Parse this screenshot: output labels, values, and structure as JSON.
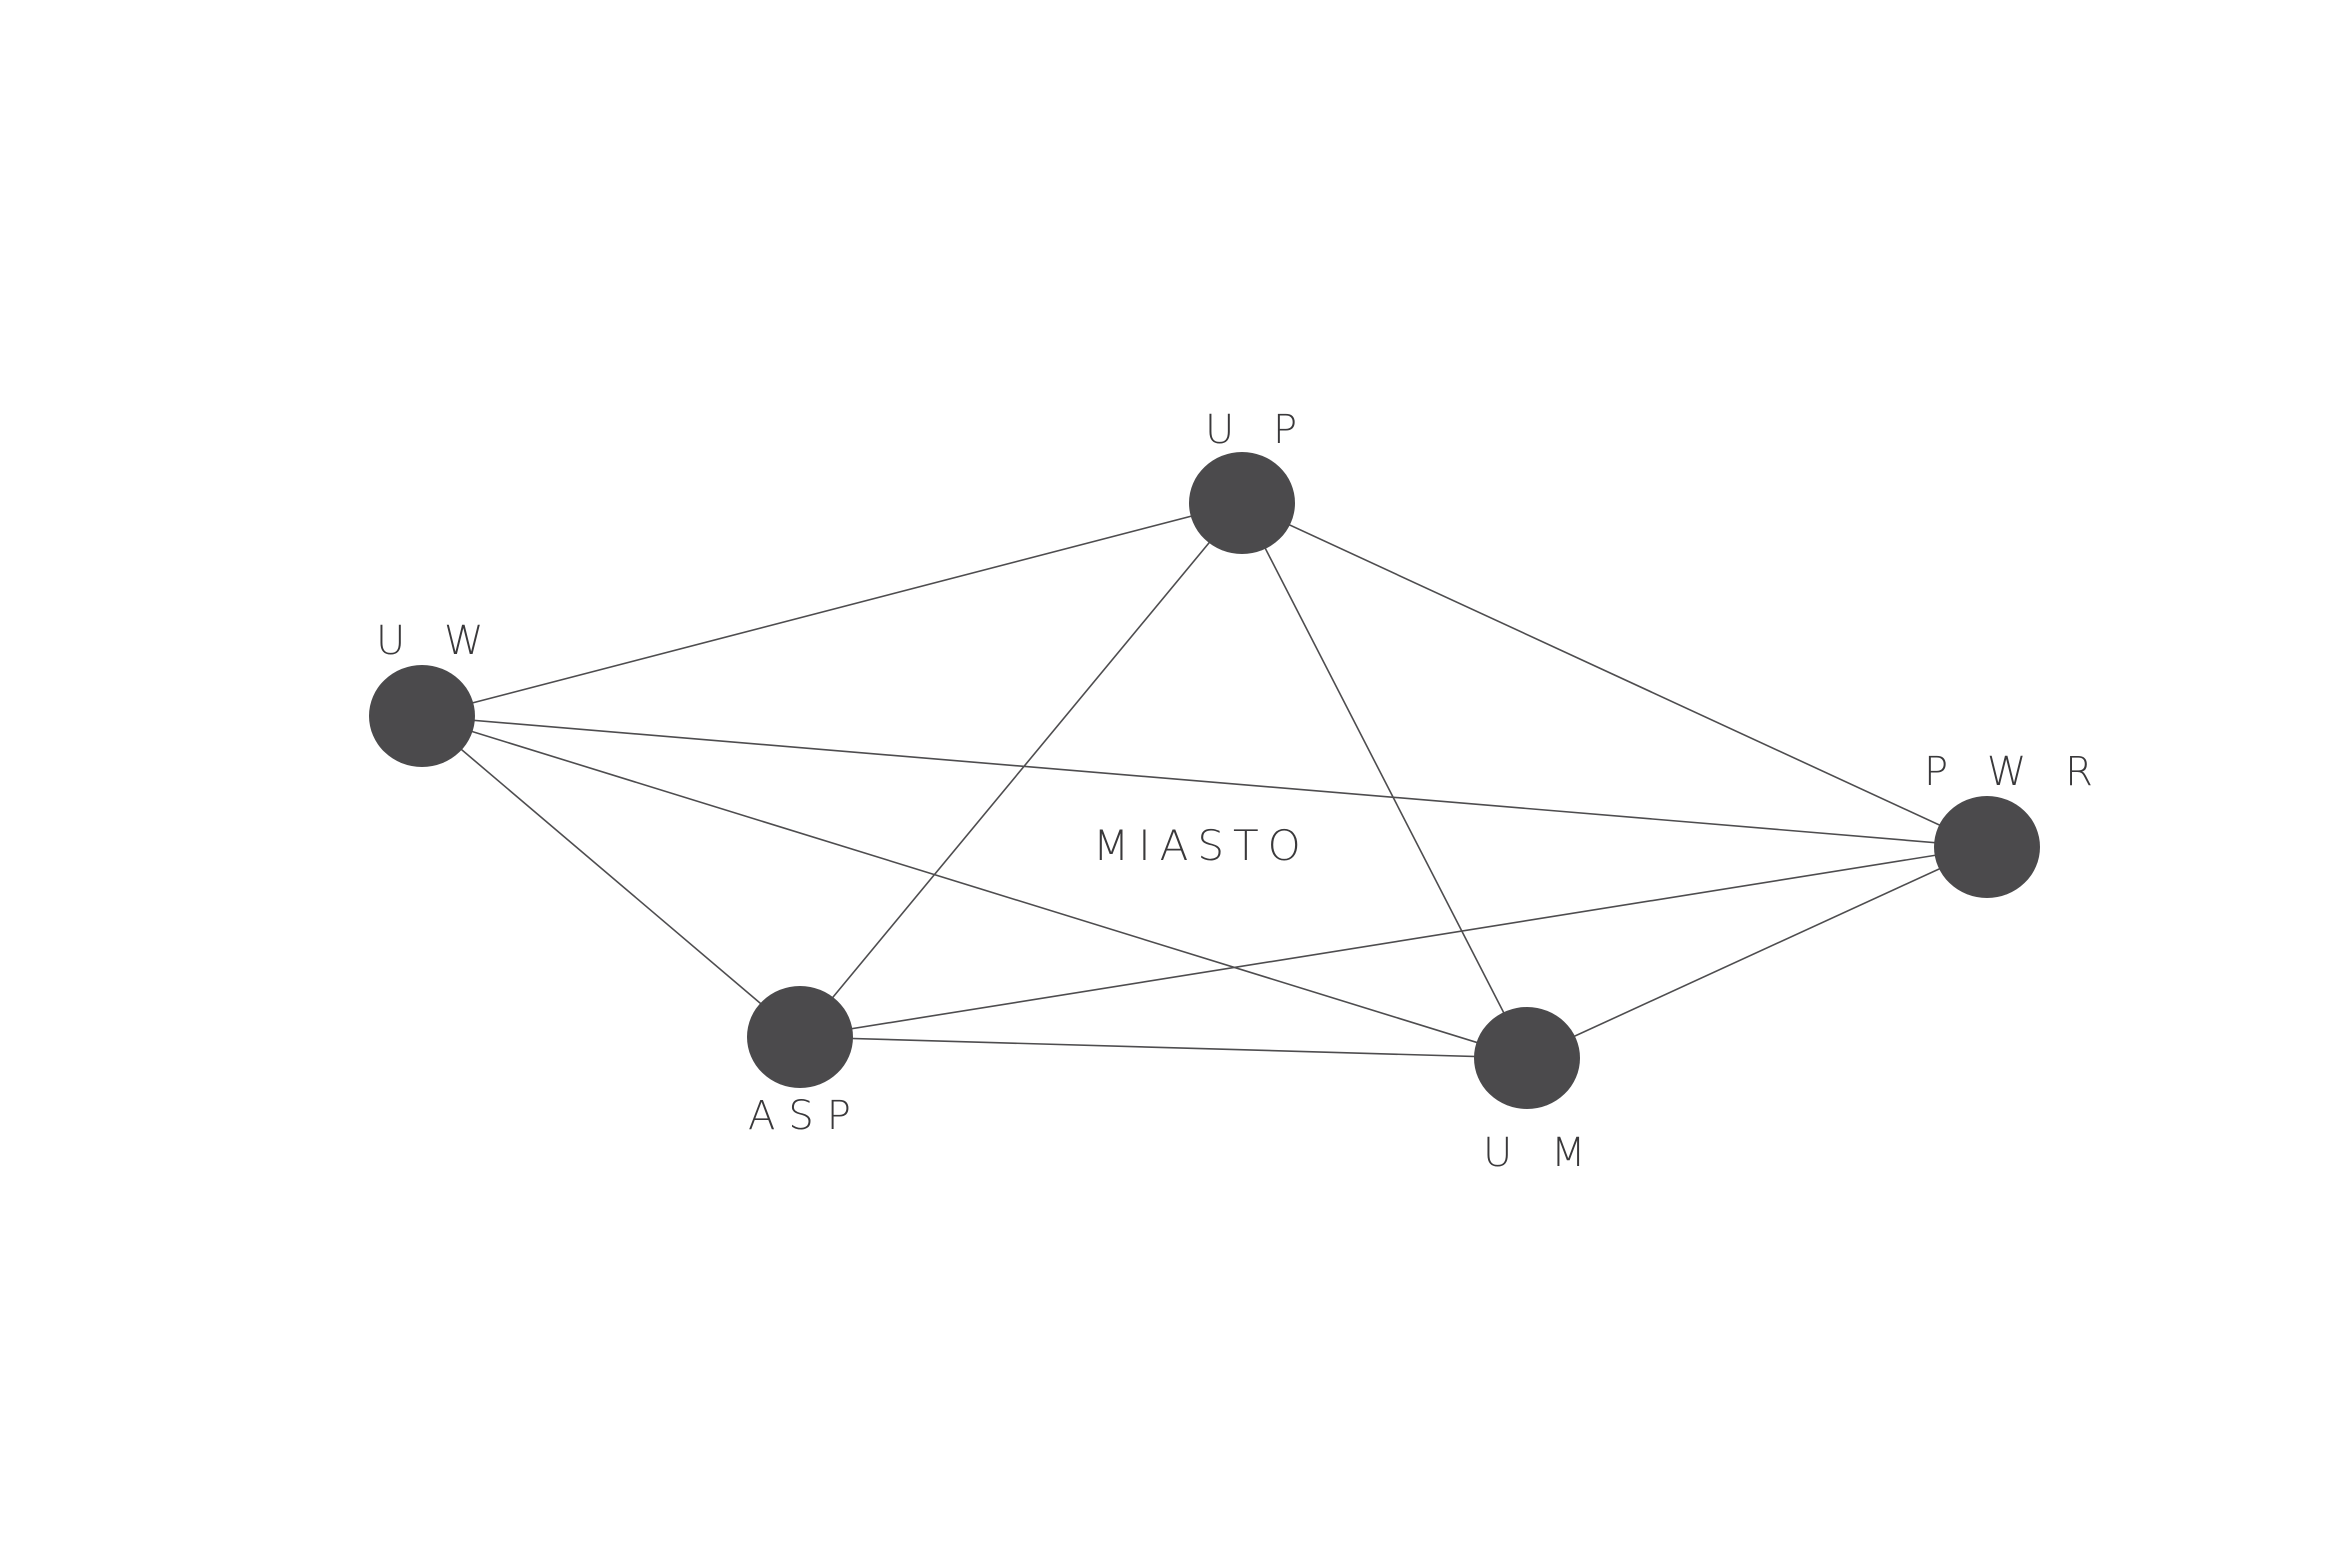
{
  "diagram": {
    "center_label": "MIASTO",
    "node_color": "#4b4a4c",
    "edge_color": "#4e4d4f",
    "nodes": [
      {
        "id": "up",
        "label": "U P"
      },
      {
        "id": "uw",
        "label": "U W"
      },
      {
        "id": "pwr",
        "label": "P W R"
      },
      {
        "id": "asp",
        "label": "ASP"
      },
      {
        "id": "um",
        "label": "U M"
      }
    ],
    "edges": [
      [
        "uw",
        "up"
      ],
      [
        "uw",
        "pwr"
      ],
      [
        "uw",
        "asp"
      ],
      [
        "uw",
        "um"
      ],
      [
        "up",
        "asp"
      ],
      [
        "up",
        "um"
      ],
      [
        "up",
        "pwr"
      ],
      [
        "asp",
        "pwr"
      ],
      [
        "asp",
        "um"
      ],
      [
        "um",
        "pwr"
      ]
    ]
  }
}
